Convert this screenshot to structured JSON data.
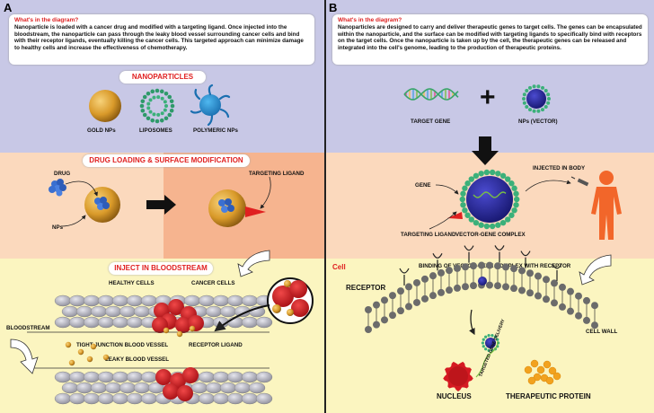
{
  "panel_a": {
    "letter": "A",
    "info_title": "What's in the diagram?",
    "info_text": "Nanoparticle is loaded with a cancer drug and modified with a targeting ligand. Once injected into the bloodstream, the nanoparticle can pass through the leaky blood vessel surrounding cancer cells and bind with their receptor ligands, eventually killing the cancer cells. This targeted approach can minimize damage to healthy cells and increase the effectiveness of chemotherapy.",
    "nanoparticles_title": "NANOPARTICLES",
    "np_types": [
      "GOLD NPs",
      "LIPOSOMES",
      "POLYMERIC NPs"
    ],
    "loading_title": "DRUG LOADING & SURFACE MODIFICATION",
    "drug_label": "DRUG",
    "nps_label": "NPs",
    "targeting_ligand_label": "TARGETING LIGAND",
    "inject_title": "INJECT IN BLOODSTREAM",
    "healthy_cells_label": "HEALTHY CELLS",
    "cancer_cells_label": "CANCER CELLS",
    "bloodstream_label": "BLOODSTREAM",
    "tight_junction_label": "TIGHT JUNCTION BLOOD VESSEL",
    "receptor_ligand_label": "RECEPTOR LIGAND",
    "leaky_vessel_label": "LEAKY BLOOD VESSEL"
  },
  "panel_b": {
    "letter": "B",
    "info_title": "What's in the diagram?",
    "info_text": "Nanoparticles are designed to carry and deliver therapeutic genes to target cells. The genes can be encapsulated within the nanoparticle, and the surface can be modified with targeting ligands to specifically bind with receptors on the target cells. Once the nanoparticle is taken up by the cell, the therapeutic genes can be released and integrated into the cell's genome, leading to the production of therapeutic proteins.",
    "target_gene_label": "TARGET GENE",
    "plus_sign": "+",
    "nps_vector_label": "NPs (VECTOR)",
    "gene_label": "GENE",
    "injected_label": "INJECTED IN BODY",
    "targeting_ligand_label": "TARGETING LIGAND",
    "complex_label": "VECTOR-GENE COMPLEX",
    "cell_label": "Cell",
    "binding_label": "BINDING OF VECTOR-GENE COMPLEX WITH RECEPTOR",
    "receptor_label": "RECEPTOR",
    "cell_wall_label": "CELL WALL",
    "targeted_delivery_label": "TARGETED GENE DELIVERY",
    "nucleus_label": "NUCLEUS",
    "therapeutic_protein_label": "THERAPEUTIC PROTEIN"
  },
  "colors": {
    "top_band": "#c8c8e6",
    "middle_band": "#fbd9bd",
    "middle_band_right": "#f6b48f",
    "bottom_band": "#fbf5c0",
    "title_red": "#e02020",
    "gold": "#d99a2a",
    "np_blue": "#2a2a9a",
    "liposome_green": "#2e9a6a",
    "cancer_red": "#d51a22",
    "healthy_gray": "#b3b3bd",
    "body_orange": "#f2662a",
    "protein_orange": "#f2a21e"
  }
}
